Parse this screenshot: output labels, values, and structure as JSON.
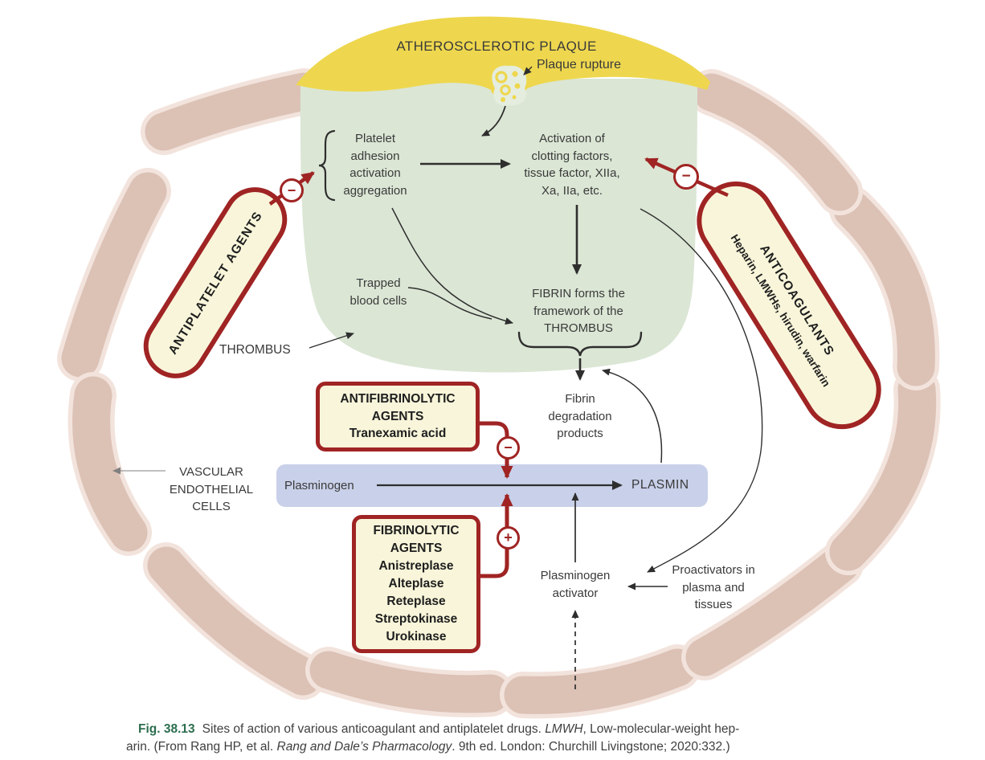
{
  "figure": {
    "plaque_title": "ATHEROSCLEROTIC PLAQUE",
    "plaque_rupture_label": "Plaque rupture",
    "platelet_lines": [
      "Platelet",
      "adhesion",
      "activation",
      "aggregation"
    ],
    "clotting_lines": [
      "Activation of",
      "clotting factors,",
      "tissue factor, XIIa,",
      "Xa, IIa, etc."
    ],
    "trapped_lines": [
      "Trapped",
      "blood cells"
    ],
    "fibrin_lines": [
      "FIBRIN forms the",
      "framework of the",
      "THROMBUS"
    ],
    "thrombus_label": "THROMBUS",
    "degradation_lines": [
      "Fibrin",
      "degradation",
      "products"
    ],
    "vascular_lines": [
      "VASCULAR",
      "ENDOTHELIAL",
      "CELLS"
    ],
    "plasminogen_label": "Plasminogen",
    "plasmin_label": "PLASMIN",
    "activator_lines": [
      "Plasminogen",
      "activator"
    ],
    "proactivator_lines": [
      "Proactivators in",
      "plasma and",
      "tissues"
    ],
    "antiplatelet_capsule": "ANTIPLATELET AGENTS",
    "anticoagulant_capsule": {
      "title": "ANTICOAGULANTS",
      "drugs": "Heparin, LMWHs, hirudin, warfarin"
    },
    "antifibrinolytic_box": [
      "ANTIFIBRINOLYTIC",
      "AGENTS",
      "Tranexamic acid"
    ],
    "fibrinolytic_box": [
      "FIBRINOLYTIC",
      "AGENTS",
      "Anistreplase",
      "Alteplase",
      "Reteplase",
      "Streptokinase",
      "Urokinase"
    ],
    "minus_sign": "−",
    "plus_sign": "+"
  },
  "caption": {
    "fig_label": "Fig. 38.13",
    "line1_text": "Sites of action of various anticoagulant and antiplatelet drugs. ",
    "line1_italic": "LMWH",
    "line1_tail": ", Low-molecular-weight hep-",
    "line2_head": "arin. (From Rang HP, et al. ",
    "line2_italic": "Rang and Dale’s Pharmacology",
    "line2_tail": ". 9th ed. London: Churchill Livingstone; 2020:332.)"
  },
  "colors": {
    "plaque_yellow": "#eed74e",
    "thrombus_green": "#dbe6d5",
    "rupture_green": "#e5eddf",
    "vessel_pink": "#dcc1b5",
    "vessel_pink_halo": "#f2e3dc",
    "drug_red": "#9f2423",
    "drug_cream": "#f8f5da",
    "plasmin_bar_blue": "#c9d0e9",
    "caption_green": "#2c6e4f",
    "text_dark": "#3a3a3a"
  }
}
